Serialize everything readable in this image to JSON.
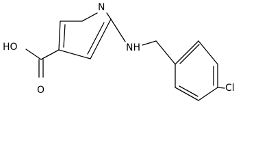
{
  "molecule": {
    "atoms": {
      "hydroxyl": "HO",
      "carbonyl_oxygen": "O",
      "ring_nitrogen": "N",
      "amine": "NH",
      "chlorine": "Cl"
    }
  }
}
